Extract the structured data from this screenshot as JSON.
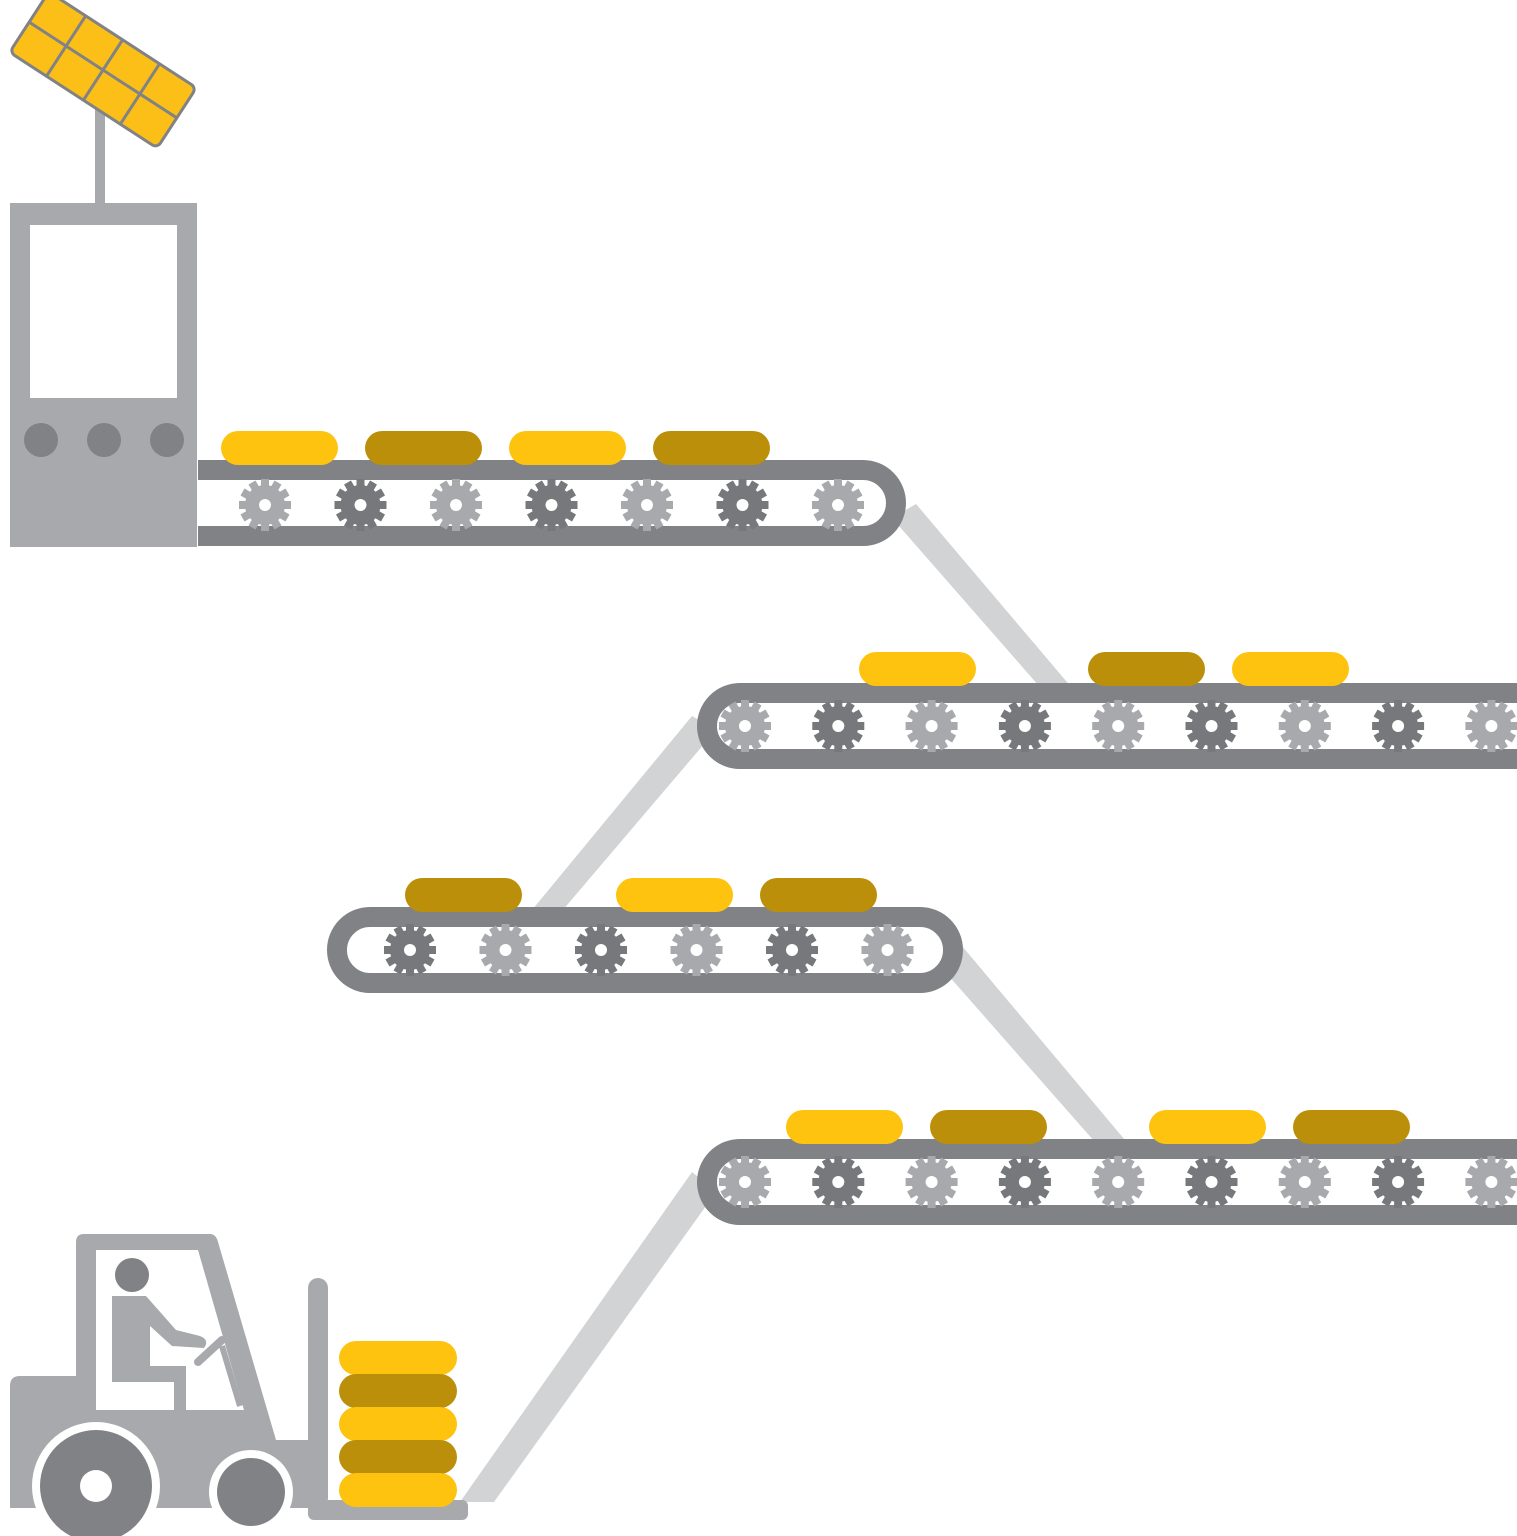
{
  "colors": {
    "background": "#ffffff",
    "machine_gray": "#a7a9ac",
    "belt_dark": "#808285",
    "connector_light": "#d1d3d4",
    "gear_light": "#a7a9ac",
    "gear_dark": "#77787b",
    "package_yellow": "#fdc30f",
    "package_olive": "#bc8f0b",
    "panel_yellow": "#fbbf18",
    "panel_outline": "#808285"
  },
  "icons": {
    "solar_panel": "solar-panel-icon",
    "machine": "factory-machine-icon",
    "gear": "gear-icon",
    "forklift": "forklift-icon",
    "worker": "person-icon"
  },
  "conveyors": [
    {
      "id": "conveyor-1",
      "packages": [
        "yellow",
        "olive",
        "yellow",
        "olive"
      ],
      "gears": [
        "light",
        "dark",
        "light",
        "dark",
        "light",
        "dark",
        "light"
      ]
    },
    {
      "id": "conveyor-2",
      "packages": [
        "yellow",
        "olive",
        "yellow"
      ],
      "gears": [
        "light",
        "dark",
        "light",
        "dark",
        "light",
        "dark",
        "light",
        "dark",
        "light"
      ]
    },
    {
      "id": "conveyor-3",
      "packages": [
        "olive",
        "yellow",
        "olive"
      ],
      "gears": [
        "dark",
        "light",
        "dark",
        "light",
        "dark",
        "light"
      ]
    },
    {
      "id": "conveyor-4",
      "packages": [
        "yellow",
        "olive",
        "yellow",
        "olive"
      ],
      "gears": [
        "light",
        "dark",
        "light",
        "dark",
        "light",
        "dark",
        "light",
        "dark",
        "light"
      ]
    }
  ],
  "forklift_stack": [
    "yellow",
    "olive",
    "yellow",
    "olive",
    "yellow"
  ]
}
